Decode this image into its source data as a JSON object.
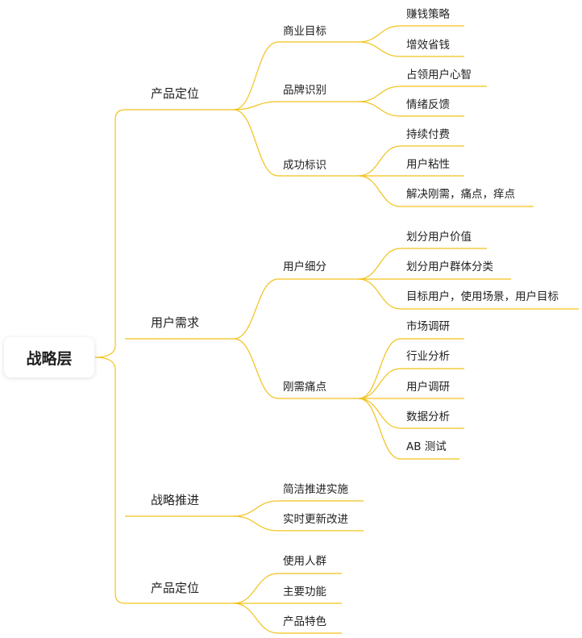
{
  "colors": {
    "line": "#F2C21B",
    "text": "#222222",
    "root_bg": "#FFFFFF"
  },
  "root": {
    "label": "战略层"
  },
  "branches": [
    {
      "label": "产品定位",
      "children": [
        {
          "label": "商业目标",
          "children": [
            {
              "label": "赚钱策略"
            },
            {
              "label": "增效省钱"
            }
          ]
        },
        {
          "label": "品牌识别",
          "children": [
            {
              "label": "占领用户心智"
            },
            {
              "label": "情绪反馈"
            }
          ]
        },
        {
          "label": "成功标识",
          "children": [
            {
              "label": "持续付费"
            },
            {
              "label": "用户粘性"
            },
            {
              "label": "解决刚需，痛点，痒点"
            }
          ]
        }
      ]
    },
    {
      "label": "用户需求",
      "children": [
        {
          "label": "用户细分",
          "children": [
            {
              "label": "划分用户价值"
            },
            {
              "label": "划分用户群体分类"
            },
            {
              "label": "目标用户，使用场景，用户目标"
            }
          ]
        },
        {
          "label": "刚需痛点",
          "children": [
            {
              "label": "市场调研"
            },
            {
              "label": "行业分析"
            },
            {
              "label": "用户调研"
            },
            {
              "label": "数据分析"
            },
            {
              "label": "AB 测试"
            }
          ]
        }
      ]
    },
    {
      "label": "战略推进",
      "children": [
        {
          "label": "简洁推进实施"
        },
        {
          "label": "实时更新改进"
        }
      ]
    },
    {
      "label": "产品定位",
      "children": [
        {
          "label": "使用人群"
        },
        {
          "label": "主要功能"
        },
        {
          "label": "产品特色"
        }
      ]
    }
  ]
}
